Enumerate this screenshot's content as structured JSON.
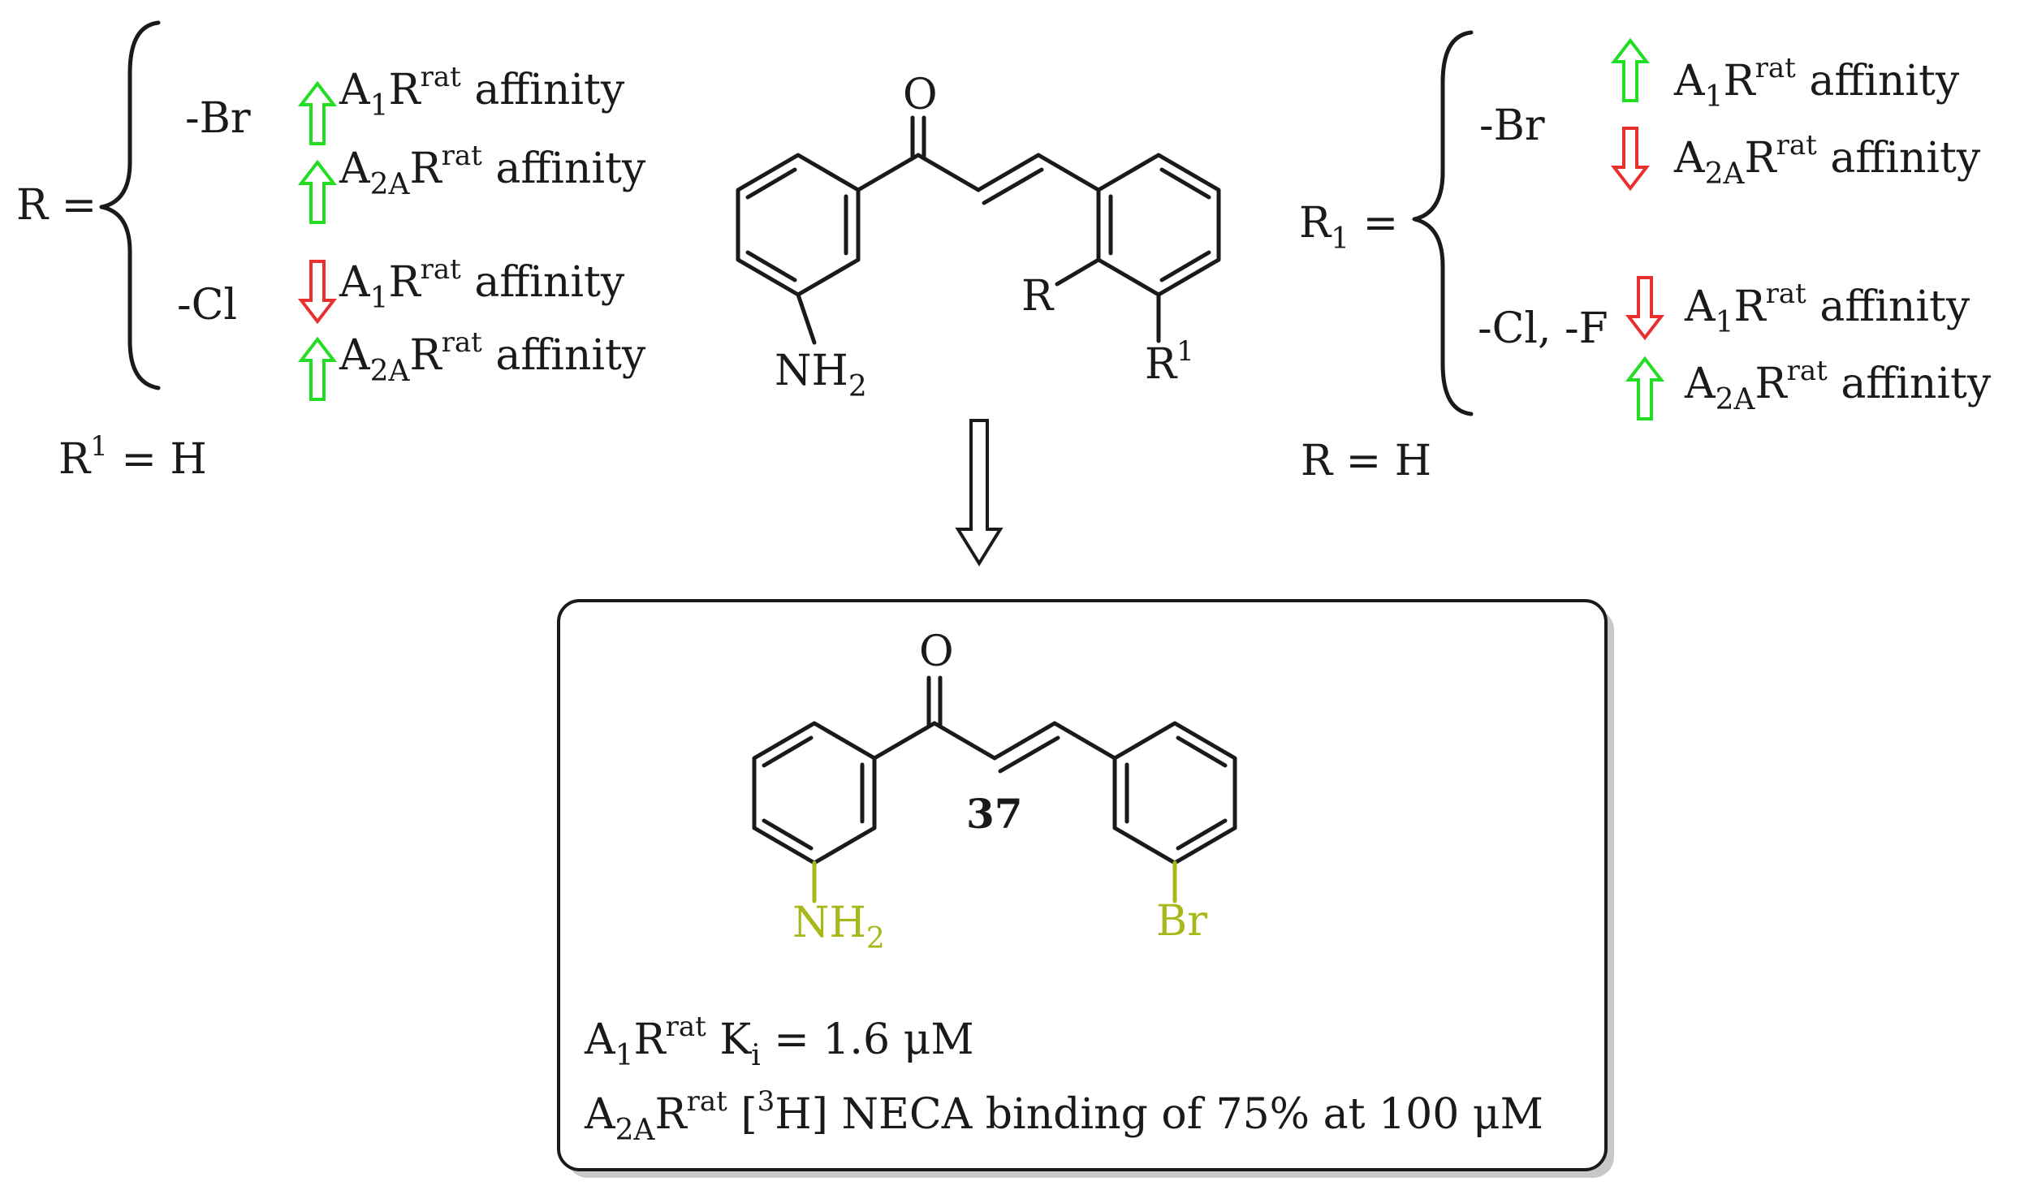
{
  "left_panel": {
    "r_label": "R =",
    "group_br": "-Br",
    "group_cl": "-Cl",
    "r1_condition": "R",
    "r1_sup": "1",
    "r1_rest": " = H"
  },
  "right_panel": {
    "r1_label": "R",
    "r1_sub": "1",
    "r1_eq": " =",
    "group_br": "-Br",
    "group_clf": "-Cl, -F",
    "r_condition": "R = H"
  },
  "affinity": {
    "A": "A",
    "sub_1": "1",
    "sub_2a": "2A",
    "R": "R",
    "sup_rat": "rat",
    "word": " affinity"
  },
  "arrow_colors": {
    "up": "#22dd22",
    "down": "#e83030"
  },
  "effects": {
    "left_br": [
      "up",
      "up"
    ],
    "left_cl": [
      "down",
      "up"
    ],
    "right_br": [
      "up",
      "down"
    ],
    "right_clf": [
      "down",
      "up"
    ]
  },
  "scaffold": {
    "atom_o": "O",
    "atom_nh": "NH",
    "atom_nh_sub": "2",
    "atom_r": "R",
    "atom_r1": "R",
    "atom_r1_sup": "1"
  },
  "result_box": {
    "compound_number": "37",
    "atom_o": "O",
    "atom_nh": "NH",
    "atom_nh_sub": "2",
    "atom_br": "Br",
    "highlight_color": "#a8b81a",
    "line1": {
      "A": "A",
      "sub": "1",
      "R": "R",
      "sup": "rat",
      "K": " K",
      "K_sub": "i",
      "value": " = 1.6 μM"
    },
    "line2": {
      "A": "A",
      "sub": "2A",
      "R": "R",
      "sup": "rat",
      "open": " [",
      "iso_sup": "3",
      "rest": "H] NECA binding of 75% at 100 μM"
    }
  }
}
